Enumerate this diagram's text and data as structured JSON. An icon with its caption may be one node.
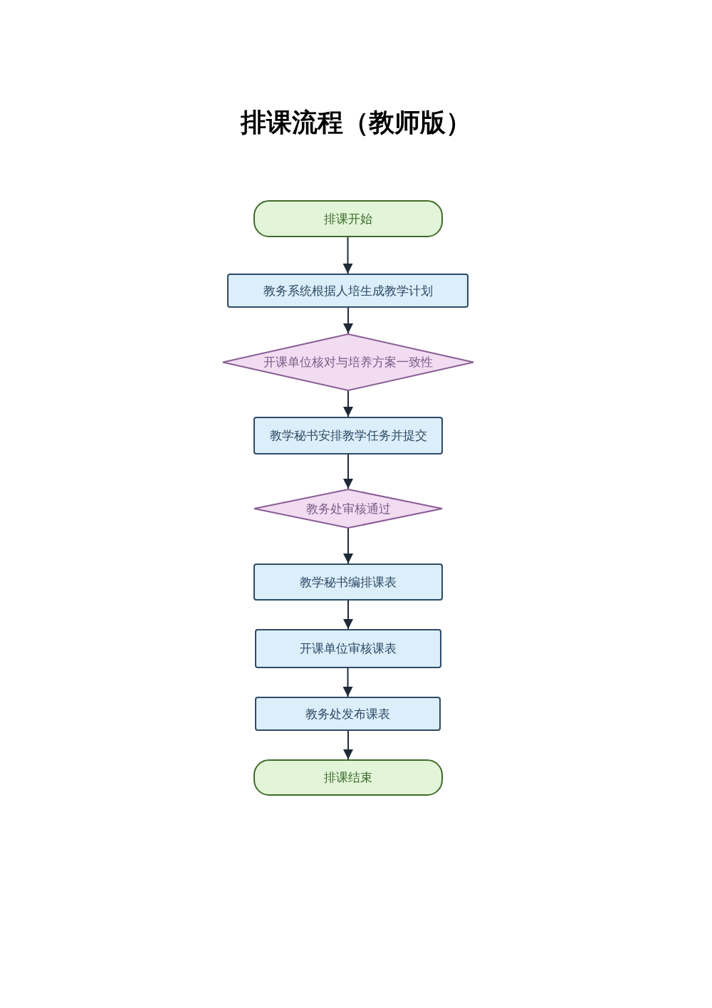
{
  "diagram": {
    "title": "排课流程（教师版）",
    "nodes": [
      {
        "text": [
          "排课开始"
        ]
      },
      {
        "text": [
          "教务系统根据人培生成教学计划"
        ]
      },
      {
        "text": [
          "开课单位核对与培养方案一致性"
        ]
      },
      {
        "text": [
          "教学秘书安排教学任务并提交"
        ]
      },
      {
        "text": [
          "教务处审核通过"
        ]
      },
      {
        "text": [
          "教学秘书编排课表"
        ]
      },
      {
        "text": [
          "开课单位审核课表"
        ]
      },
      {
        "text": [
          "教务处发布课表"
        ]
      },
      {
        "text": [
          "排课结束"
        ]
      }
    ],
    "edges": [
      {
        "from": 0,
        "to": 1,
        "arrow": "to"
      },
      {
        "from": 1,
        "to": 2,
        "arrow": "to"
      },
      {
        "from": 2,
        "to": 3,
        "arrow": "to"
      },
      {
        "from": 3,
        "to": 4,
        "arrow": "to"
      },
      {
        "from": 4,
        "to": 5,
        "arrow": "to"
      },
      {
        "from": 5,
        "to": 6,
        "arrow": "to"
      },
      {
        "from": 6,
        "to": 7,
        "arrow": "to"
      },
      {
        "from": 7,
        "to": 8,
        "arrow": "to"
      }
    ]
  }
}
